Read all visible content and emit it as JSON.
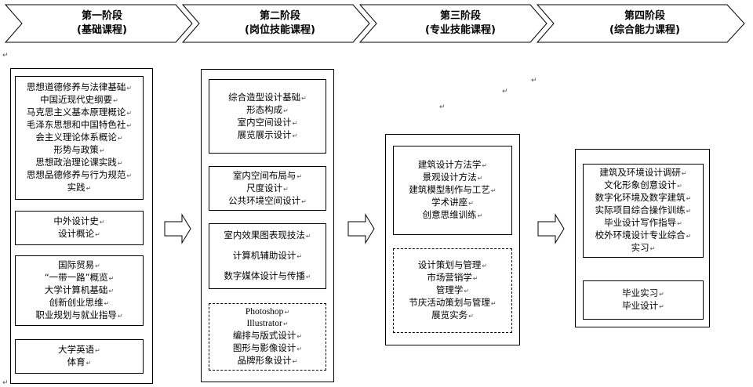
{
  "stages": [
    {
      "title": "第一阶段",
      "subtitle": "(基础课程)"
    },
    {
      "title": "第二阶段",
      "subtitle": "(岗位技能课程)"
    },
    {
      "title": "第三阶段",
      "subtitle": "(专业技能课程)"
    },
    {
      "title": "第四阶段",
      "subtitle": "(综合能力课程)"
    }
  ],
  "col1": {
    "box1": [
      "思想道德修养与法律基础",
      "中国近现代史纲要",
      "马克思主义基本原理概论",
      "毛泽东思想和中国特色社",
      "会主义理论体系概论",
      "形势与政策",
      "思想政治理论课实践",
      "思想品德修养与行为规范",
      "实践"
    ],
    "box2": [
      "中外设计史",
      "设计概论"
    ],
    "box3": [
      "国际贸易",
      "“一带一路”概览",
      "大学计算机基础",
      "创新创业思维",
      "职业规划与就业指导"
    ],
    "box4": [
      "大学英语",
      "体育"
    ]
  },
  "col2": {
    "box1": [
      "综合造型设计基础",
      "形态构成",
      "室内空间设计",
      "展览展示设计"
    ],
    "box2": [
      "室内空间布局与",
      "尺度设计",
      "公共环境空间设计"
    ],
    "box3": [
      "室内效果图表现技法",
      "计算机辅助设计",
      "数字媒体设计与传播"
    ],
    "box4": [
      "Photoshop",
      "Illustrator",
      "编排与版式设计",
      "图形与影像设计",
      "品牌形象设计"
    ]
  },
  "col3": {
    "box1": [
      "建筑设计方法学",
      "景观设计方法",
      "建筑模型制作与工艺",
      "学术讲座",
      "创意思维训练"
    ],
    "box2": [
      "设计策划与管理",
      "市场营销学",
      "管理学",
      "节庆活动策划与管理",
      "展览实务"
    ]
  },
  "col4": {
    "box1": [
      "建筑及环境设计调研",
      "文化形象创意设计",
      "数字化环境及数字建筑",
      "实际项目综合操作训练",
      "毕业设计写作指导",
      "校外环境设计专业综合",
      "实习"
    ],
    "box2": [
      "毕业实习",
      "毕业设计"
    ]
  }
}
